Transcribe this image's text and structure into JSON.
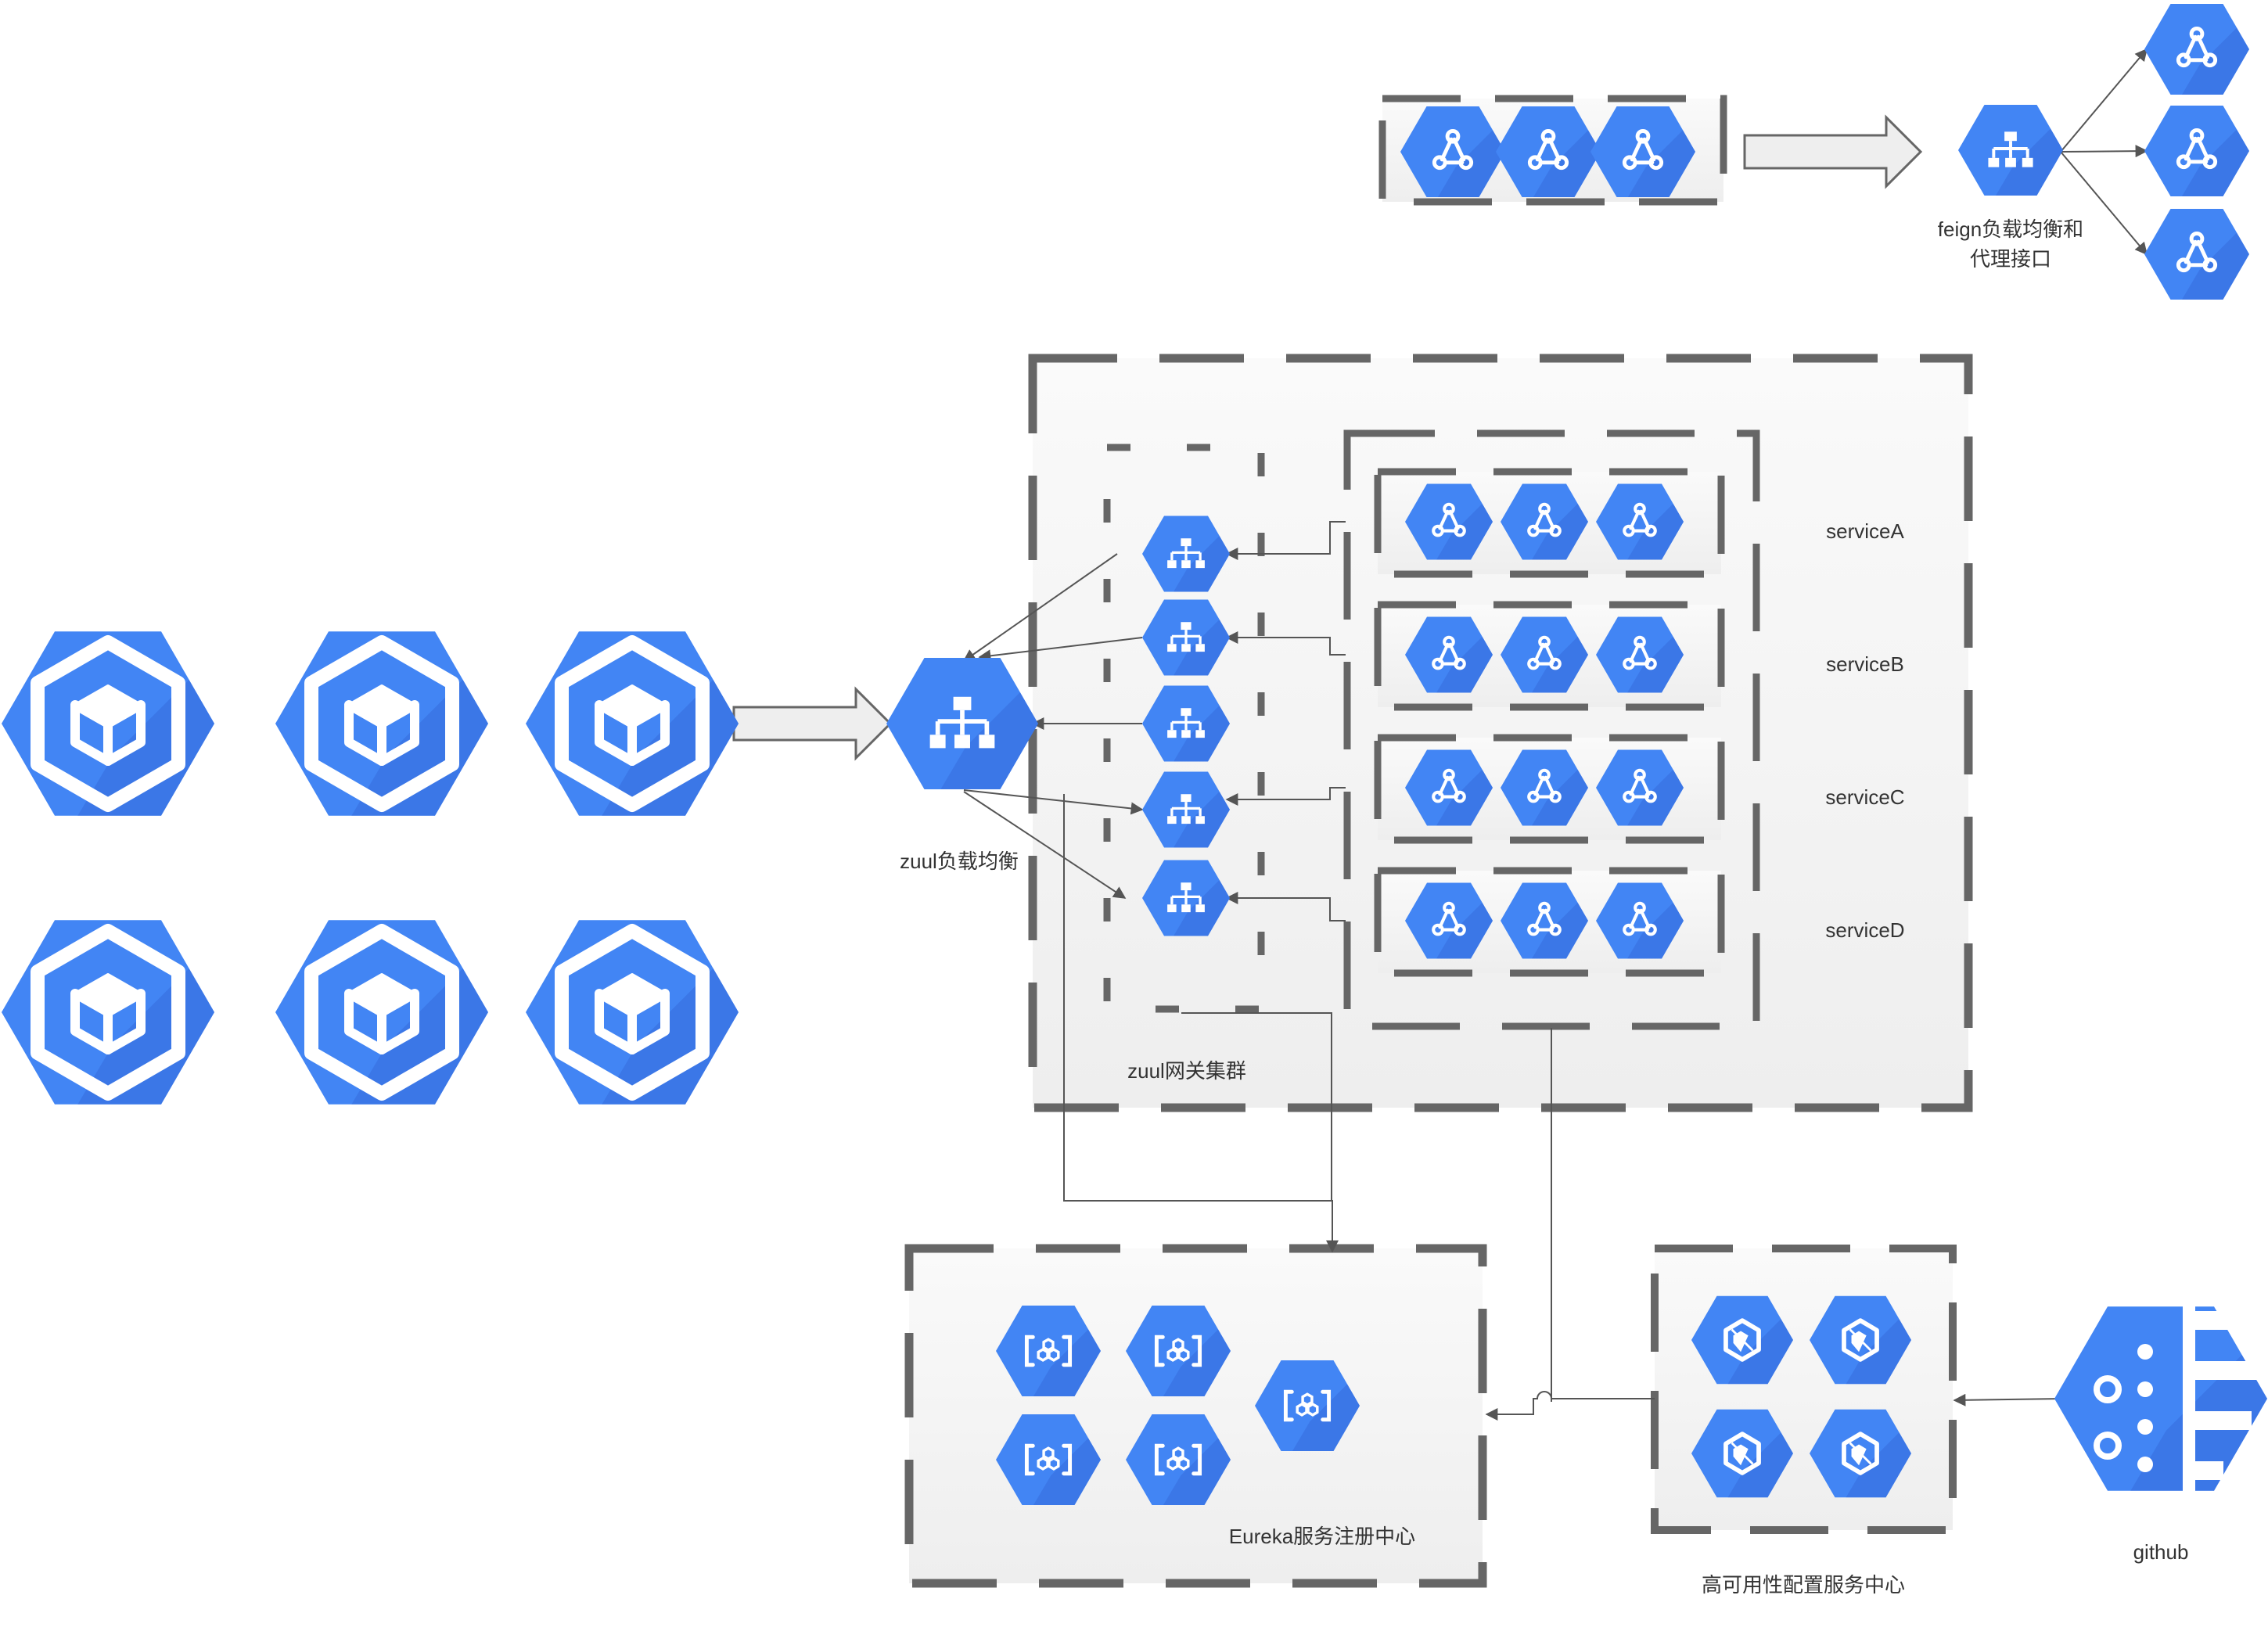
{
  "labels": {
    "feign": [
      "feign负载均衡和",
      "代理接口"
    ],
    "zuul_lb": "zuul负载均衡",
    "zuul_cluster": "zuul网关集群",
    "services": [
      "serviceA",
      "serviceB",
      "serviceC",
      "serviceD"
    ],
    "eureka": "Eureka服务注册中心",
    "config_center": "高可用性配置服务中心",
    "github": "github"
  },
  "icons": {
    "client": "container-engine-icon",
    "service": "endpoints-service-icon",
    "load_balancer": "load-balancing-icon",
    "registry": "service-registry-icon",
    "config": "config-service-icon",
    "repository": "source-repository-icon"
  },
  "colors": {
    "hex_blue": "#4285f4",
    "hex_shadow": "#3367d6",
    "dashed_border": "#666666",
    "panel_fill": "#f4f4f4",
    "connector": "#555555",
    "label_text": "#333333"
  }
}
